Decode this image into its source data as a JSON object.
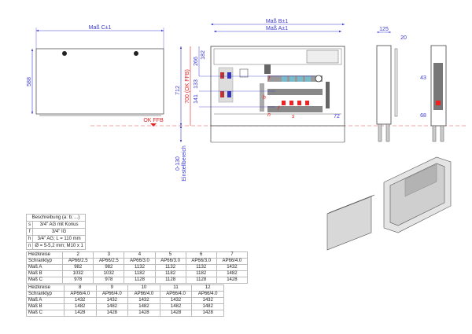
{
  "drawing": {
    "front_cover": {
      "width_label": "Maß C±1",
      "height_label": "588"
    },
    "front_view": {
      "width_b_label": "Maß B±1",
      "width_a_label": "Maß A±1",
      "vertical_dims": [
        "712",
        "700 (OK FFB)",
        "266",
        "182",
        "133",
        "141"
      ],
      "adjust_label": "0-130",
      "adjust_caption": "Einstellbereich",
      "floor_label": "OK FFB",
      "right_dim": "72",
      "part_markers": [
        "f",
        "h",
        "f",
        "n",
        "s"
      ]
    },
    "side_view": {
      "depth_label": "125",
      "gap_label": "20"
    },
    "side_view_2": {
      "dims": [
        "43",
        "68"
      ]
    }
  },
  "description_table": {
    "header": "Beschreibung (a: b; ...)",
    "rows": [
      {
        "key": "s",
        "value": "3/4\" AG mit Konus"
      },
      {
        "key": "f",
        "value": "3/4\" IG"
      },
      {
        "key": "h",
        "value": "3/4\" AG; L = 110 mm"
      },
      {
        "key": "n",
        "value": "Ø = 5-5,2 mm; M10 x 1"
      }
    ]
  },
  "table1": {
    "rows": [
      [
        "Heizkreise",
        "2",
        "3",
        "4",
        "5",
        "6",
        "7"
      ],
      [
        "Schranktyp",
        "AP66/2.5",
        "AP66/2.5",
        "AP66/3.0",
        "AP66/3.0",
        "AP66/3.0",
        "AP66/4.0"
      ],
      [
        "Maß A",
        "982",
        "982",
        "1132",
        "1132",
        "1132",
        "1432"
      ],
      [
        "Maß B",
        "1032",
        "1032",
        "1182",
        "1182",
        "1182",
        "1482"
      ],
      [
        "Maß C",
        "978",
        "978",
        "1128",
        "1128",
        "1128",
        "1428"
      ]
    ]
  },
  "table2": {
    "rows": [
      [
        "Heizkreise",
        "8",
        "9",
        "10",
        "11",
        "12"
      ],
      [
        "Schranktyp",
        "AP66/4.0",
        "AP66/4.0",
        "AP66/4.0",
        "AP66/4.0",
        "AP66/4.0"
      ],
      [
        "Maß A",
        "1432",
        "1432",
        "1432",
        "1432",
        "1432"
      ],
      [
        "Maß B",
        "1482",
        "1482",
        "1482",
        "1482",
        "1482"
      ],
      [
        "Maß C",
        "1428",
        "1428",
        "1428",
        "1428",
        "1428"
      ]
    ]
  },
  "colors": {
    "dimension": "#3a3ad0",
    "floor_line": "#e02020"
  }
}
